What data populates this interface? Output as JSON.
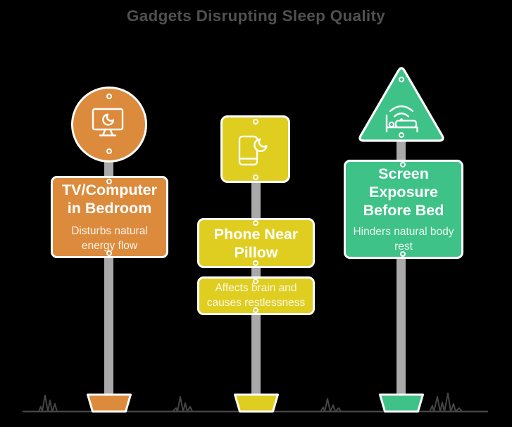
{
  "title": "Gadgets Disrupting Sleep Quality",
  "colors": {
    "background": "#000000",
    "title_text": "#505050",
    "pole": "#A9A9A9",
    "ground": "#454545",
    "sign_border": "#FFFFFF",
    "orange": "#DC8B3D",
    "yellow": "#DFCD20",
    "green": "#3EC287"
  },
  "signposts": [
    {
      "topper_shape": "circle",
      "icon": "monitor-moon-icon",
      "title": "TV/Computer in Bedroom",
      "description": "Disturbs natural energy flow",
      "color": "#DC8B3D"
    },
    {
      "topper_shape": "square",
      "icon": "phone-moon-icon",
      "title": "Phone Near Pillow",
      "description": "Affects brain and causes restlessness",
      "color": "#DFCD20"
    },
    {
      "topper_shape": "triangle",
      "icon": "bed-wifi-icon",
      "title": "Screen Exposure Before Bed",
      "description": "Hinders natural body rest",
      "color": "#3EC287"
    }
  ]
}
